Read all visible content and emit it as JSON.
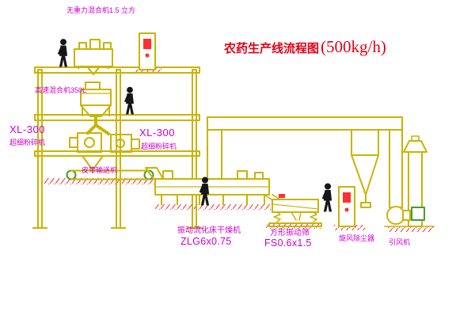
{
  "title": {
    "main": "农药生产线流程图",
    "capacity": "(500kg/h)"
  },
  "labels": {
    "top_mixer": "无重力混合机1.5 立方",
    "high_speed_mixer": "高速混合机350L",
    "crusher_left_model": "XL-300",
    "crusher_left_name": "超细粉碎机",
    "crusher_right_model": "XL-300",
    "crusher_right_name": "超细粉碎机",
    "belt_conveyor": "皮带输送机",
    "dryer_name": "振动流化床干燥机",
    "dryer_model": "ZLG6x0.75",
    "screen_name": "方形振动筛",
    "screen_model": "FS0.6x1.5",
    "cyclone": "旋风除尘器",
    "fan": "引风机"
  },
  "colors": {
    "machine_line": "#c9b400",
    "accent_green": "#3f9e2f",
    "label_text": "#cc00cc",
    "title_text": "#e30015",
    "hatch_red": "#ff2a2a",
    "background": "#ffffff"
  }
}
